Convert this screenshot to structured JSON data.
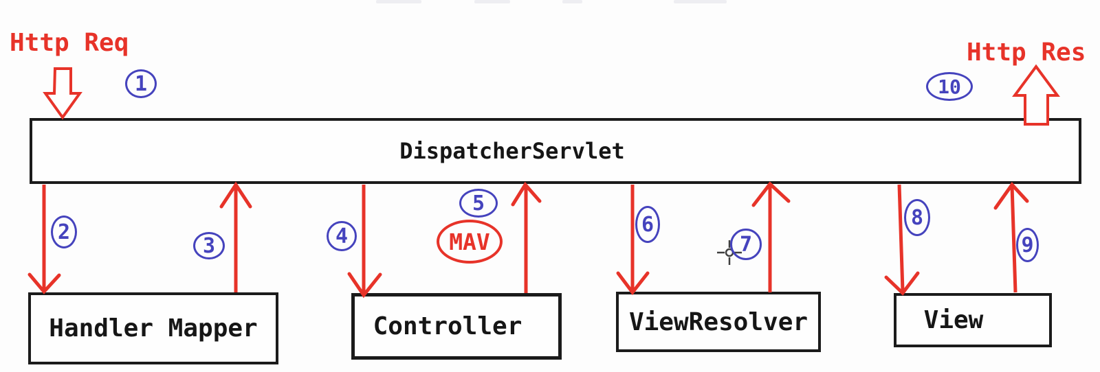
{
  "diagram": {
    "http_request_label": "Http Req",
    "http_response_label": "Http Res",
    "dispatcher_servlet": "DispatcherServlet",
    "handler_mapper": "Handler Mapper",
    "controller": "Controller",
    "view_resolver": "ViewResolver",
    "view": "View",
    "mav": "MAV",
    "steps": [
      "1",
      "2",
      "3",
      "4",
      "5",
      "6",
      "7",
      "8",
      "9",
      "10"
    ],
    "colors": {
      "red": "#e73329",
      "blue": "#4543bd",
      "border": "#1b1b1b",
      "background": "#fdfdfd"
    }
  }
}
